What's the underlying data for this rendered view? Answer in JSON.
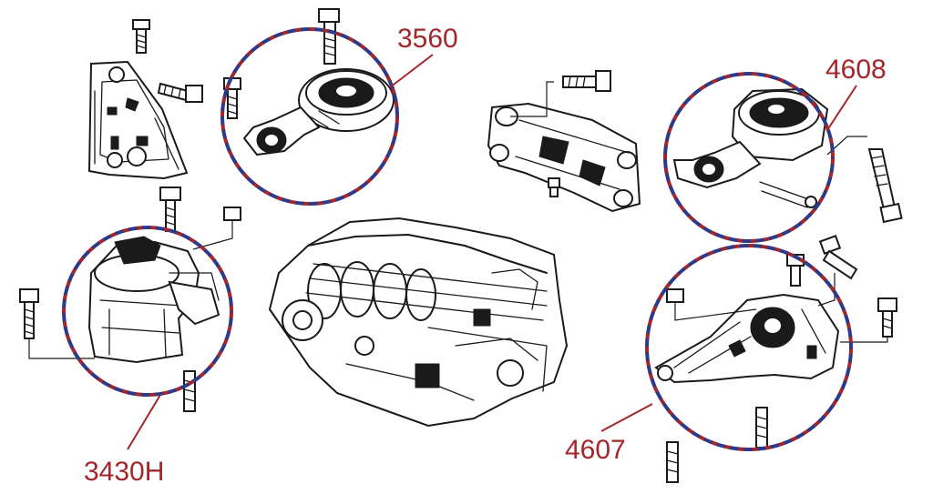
{
  "diagram": {
    "callouts": [
      {
        "id": "3560",
        "label": "3560"
      },
      {
        "id": "4608",
        "label": "4608"
      },
      {
        "id": "3430H",
        "label": "3430H"
      },
      {
        "id": "4607",
        "label": "4607"
      }
    ],
    "colors": {
      "callout_text": "#a3262a",
      "ring_dash_red": "#a3262a",
      "ring_dash_blue": "#2c3a8c",
      "line_art": "#1a1a1a"
    }
  }
}
